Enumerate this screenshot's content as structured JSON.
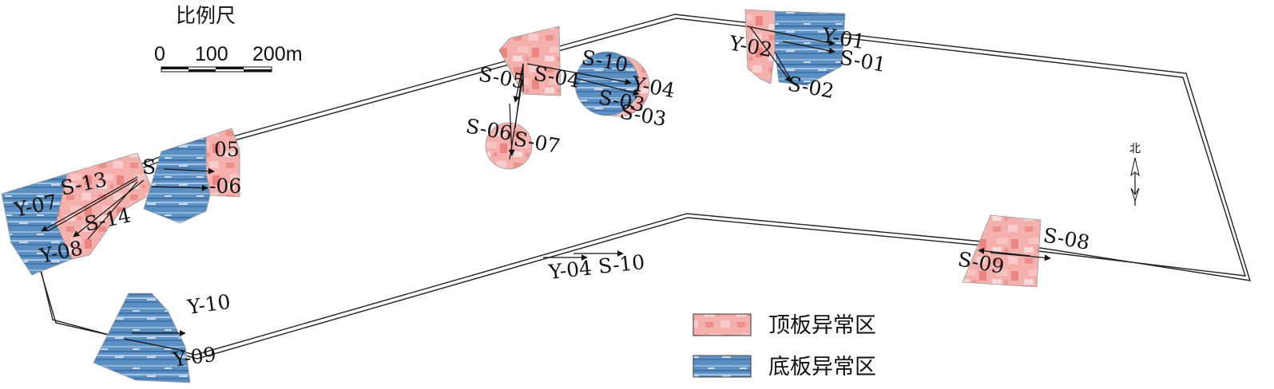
{
  "scale_bar": {
    "title": "比例尺",
    "ticks": [
      "0",
      "100",
      "200m"
    ]
  },
  "north_label": "北",
  "legend": [
    {
      "label": "顶板异常区",
      "pattern": "roof",
      "color": "#f4a3a0"
    },
    {
      "label": "底板异常区",
      "pattern": "floor",
      "color": "#4f86bd"
    }
  ],
  "colors": {
    "roof_anomaly": "#f4a3a0",
    "floor_anomaly": "#4f86bd",
    "boundary": "#222222"
  },
  "labels": {
    "y01": "Y-01",
    "s01": "S-01",
    "y02": "Y-02",
    "s02": "S-02",
    "s10_top": "S-10",
    "y04_top": "Y-04",
    "s04": "S-04",
    "s05": "S-05",
    "s03": "S-03",
    "s03b": "S-03",
    "s06": "S-06",
    "s07": "S-07",
    "s_left": "S",
    "n05": "05",
    "n06": "-06",
    "s13": "S-13",
    "y07": "Y-07",
    "s14": "S-14",
    "y08": "Y-08",
    "y10": "Y-10",
    "y09": "Y-09",
    "y04_bottom": "Y-04",
    "s10_bottom": "S-10",
    "s08": "S-08",
    "s09": "S-09"
  }
}
